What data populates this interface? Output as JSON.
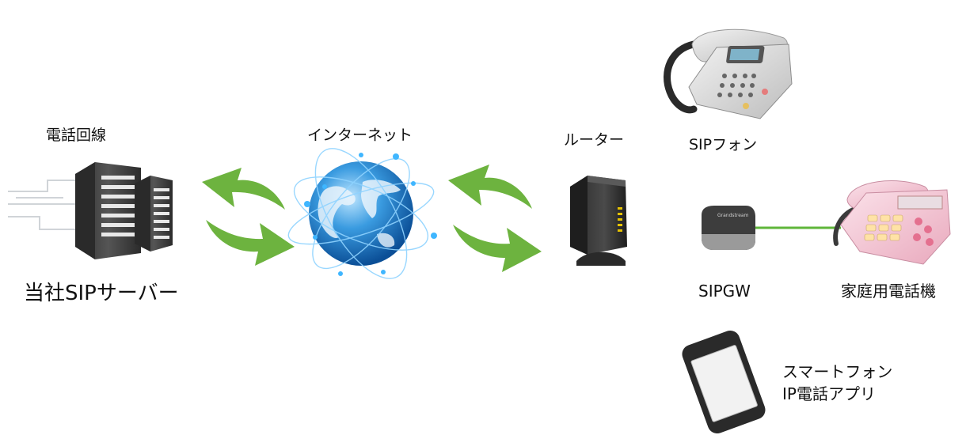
{
  "labels": {
    "phone_line": "電話回線",
    "internet": "インターネット",
    "router": "ルーター",
    "sip_phone": "SIPフォン",
    "server": "当社SIPサーバー",
    "sipgw": "SIPGW",
    "home_phone": "家庭用電話機",
    "smartphone_line1": "スマートフォン",
    "smartphone_line2": "IP電話アプリ",
    "gateway_brand": "Grandstream"
  },
  "colors": {
    "arrow_green": "#6db33f",
    "line_green": "#5fb63a",
    "server_dark": "#3f3f3f",
    "globe_blue": "#1f7fc9",
    "home_phone_pink": "#f4c9d6"
  },
  "icons": [
    "server-icon",
    "globe-icon",
    "router-icon",
    "desk-phone-icon",
    "gateway-icon",
    "home-phone-icon",
    "smartphone-icon",
    "sync-arrows-icon"
  ]
}
